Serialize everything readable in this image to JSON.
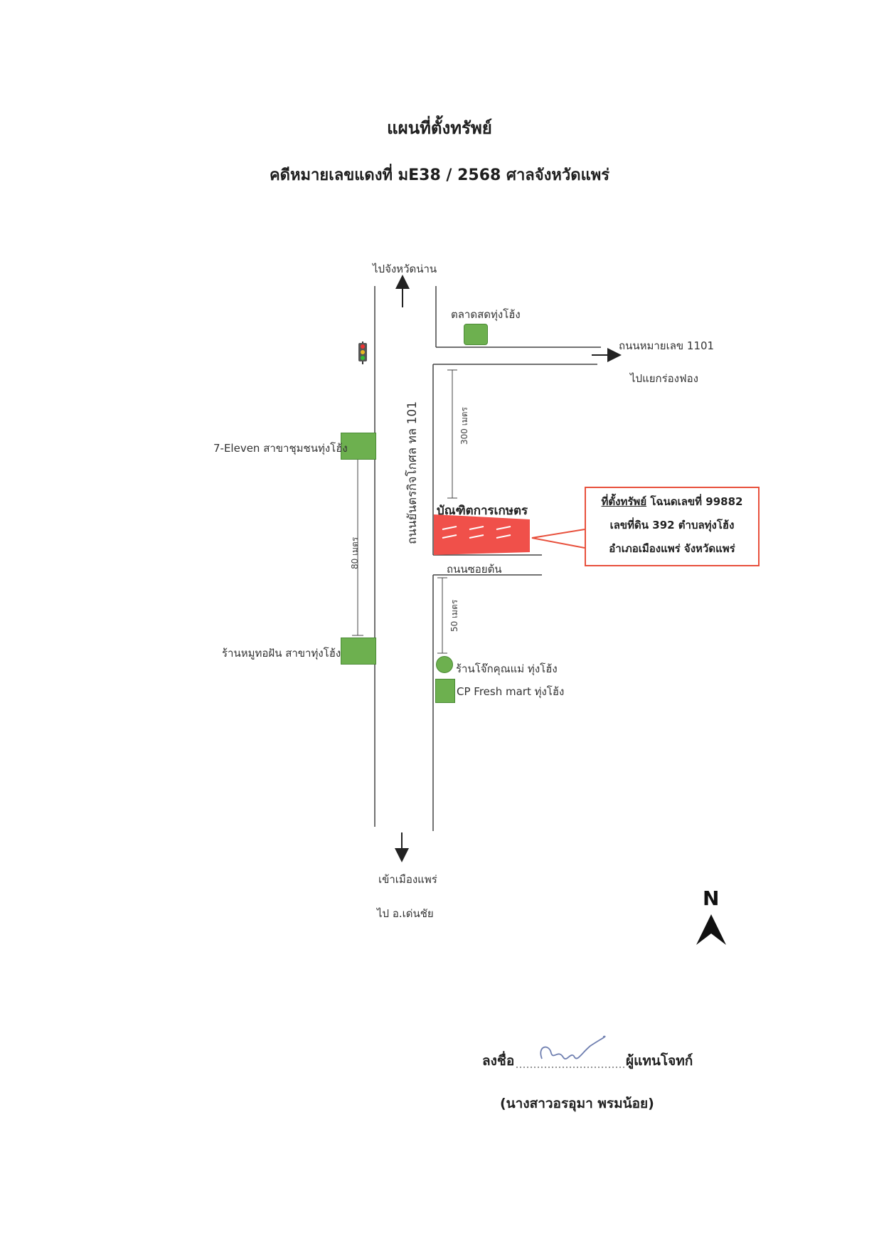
{
  "header": {
    "title": "แผนที่ตั้งทรัพย์",
    "case_line": "คดีหมายเลขแดงที่ มE38 / 2568  ศาลจังหวัดแพร่"
  },
  "map": {
    "to_nan": "ไปจังหวัดน่าน",
    "main_road": "ถนนยันตรกิจโกศล ทล 101",
    "market": "ตลาดสดทุ่งโฮ้ง",
    "road_1101": "ถนนหมายเลข 1101",
    "to_rong_fong": "ไปแยกร่องฟอง",
    "seven_eleven": "7-Eleven สาขาชุมชนทุ่งโฮ้ง",
    "dist_80": "80 เมตร",
    "dist_300": "300 เมตร",
    "dist_50": "50 เมตร",
    "mookata": "ร้านหมูทอฝัน สาขาทุ่งโฮ้ง",
    "bank": "บัณฑิตการเกษตร",
    "soi_ton": "ถนนซอยต้น",
    "jok_shop": "ร้านโจ๊กคุณแม่ ทุ่งโฮ้ง",
    "cp_fresh": "CP Fresh mart ทุ่งโฮ้ง",
    "to_phrae": "เข้าเมืองแพร่",
    "to_den_chai": "ไป อ.เด่นชัย",
    "north": "N"
  },
  "property": {
    "label": "ที่ตั้งทรัพย์",
    "deed": " โฉนดเลขที่ 99882",
    "line2": "เลขที่ดิน 392 ตำบลทุ่งโฮ้ง",
    "line3": "อำเภอเมืองแพร่ จังหวัดแพร่"
  },
  "signature": {
    "sign_label": "ลงชื่อ",
    "role": "ผู้แทนโจทก์",
    "name": "(นางสาวอรอุมา พรมน้อย)"
  },
  "colors": {
    "property": "#f0504a",
    "landmark": "#6db04f",
    "box_border": "#e8503c"
  }
}
